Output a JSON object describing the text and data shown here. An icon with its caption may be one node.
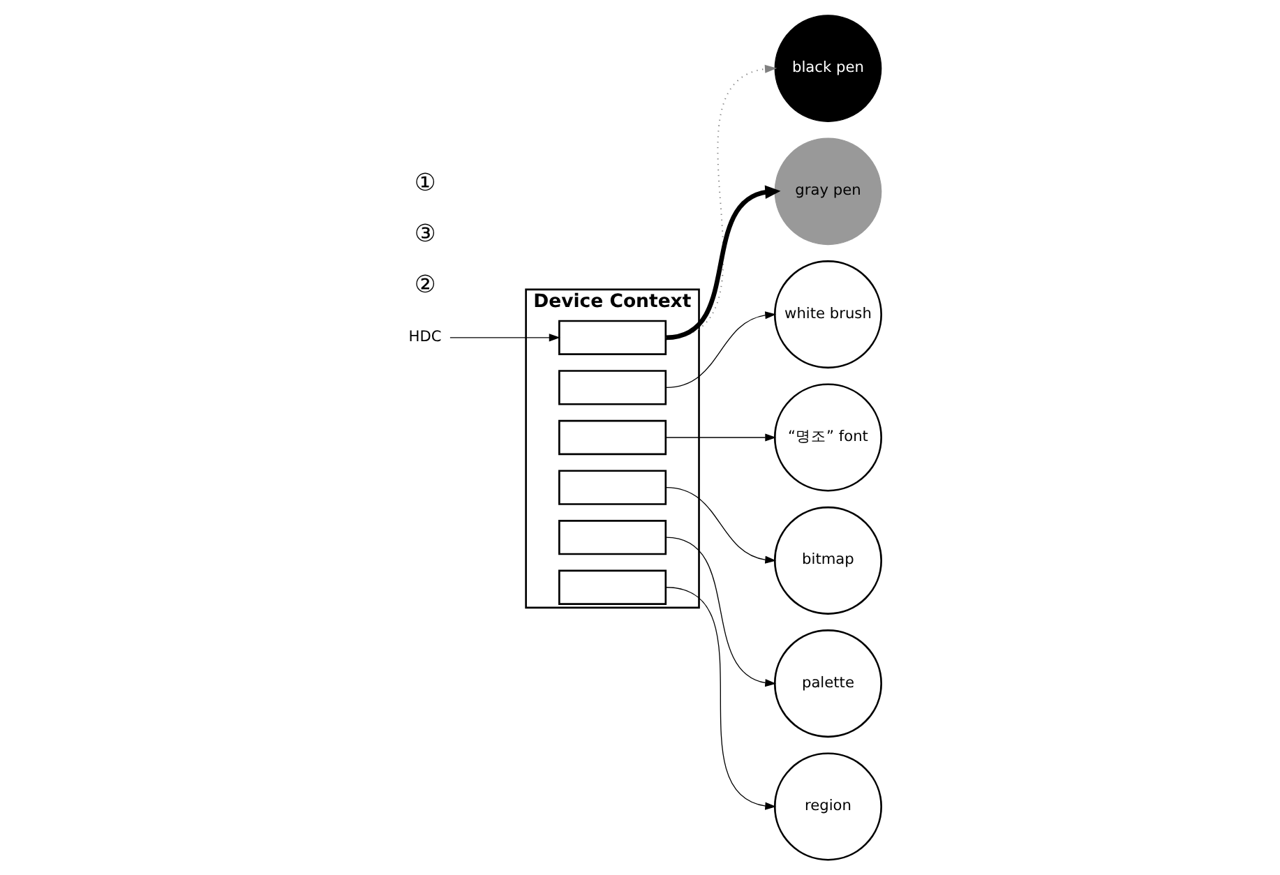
{
  "diagram": {
    "nodes": [
      {
        "text": [
          "Device Context"
        ]
      },
      {
        "text": [],
        "shape": "box",
        "in": 0
      },
      {
        "text": [],
        "shape": "box",
        "in": 0
      },
      {
        "text": [],
        "shape": "box",
        "in": 0
      },
      {
        "text": [],
        "shape": "box",
        "in": 0
      },
      {
        "text": [],
        "shape": "box",
        "in": 0
      },
      {
        "text": [],
        "shape": "box",
        "in": 0
      },
      {
        "text": [
          "HDC"
        ]
      },
      {
        "text": [
          "black pen"
        ]
      },
      {
        "text": [
          "gray pen"
        ]
      },
      {
        "text": [
          "white brush"
        ]
      },
      {
        "text": [
          "“명조” font"
        ]
      },
      {
        "text": [
          "bitmap"
        ]
      },
      {
        "text": [
          "palette"
        ]
      },
      {
        "text": [
          "region"
        ]
      }
    ],
    "edges": [
      {
        "from": 7,
        "to": 1,
        "arrow": "to"
      },
      {
        "from": 1,
        "to": 8,
        "arrow": "to",
        "style": "dashed",
        "color": "#808080"
      },
      {
        "from": 1,
        "to": 9,
        "arrow": "to",
        "style": "thick"
      },
      {
        "from": 2,
        "to": 10,
        "arrow": "to"
      },
      {
        "from": 3,
        "to": 11,
        "arrow": "to"
      },
      {
        "from": 4,
        "to": 12,
        "arrow": "to"
      },
      {
        "from": 5,
        "to": 13,
        "arrow": "to"
      },
      {
        "from": 6,
        "to": 14,
        "arrow": "to"
      }
    ],
    "labels": [
      "②",
      "③",
      "①"
    ]
  }
}
